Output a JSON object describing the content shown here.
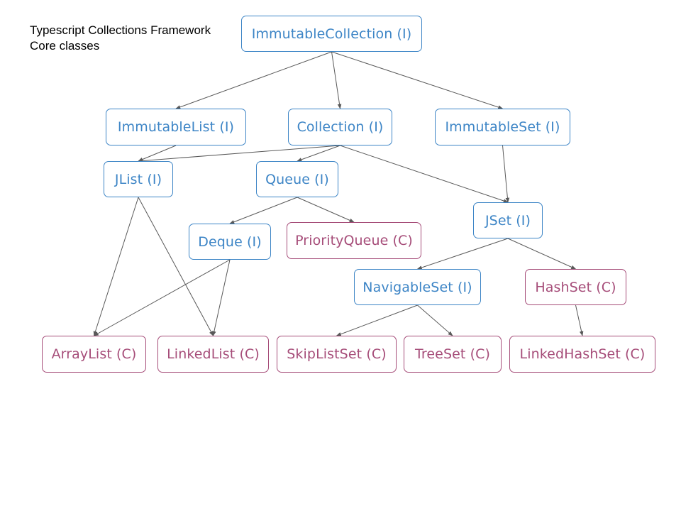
{
  "title": {
    "line1": "Typescript Collections Framework",
    "line2": "Core classes"
  },
  "colors": {
    "interface": "#3d85c6",
    "class": "#a64d79",
    "edge": "#595959"
  },
  "nodes": {
    "immutable_collection": {
      "label": "ImmutableCollection (I)",
      "kind": "interface"
    },
    "immutable_list": {
      "label": "ImmutableList (I)",
      "kind": "interface"
    },
    "collection": {
      "label": "Collection (I)",
      "kind": "interface"
    },
    "immutable_set": {
      "label": "ImmutableSet (I)",
      "kind": "interface"
    },
    "jlist": {
      "label": "JList (I)",
      "kind": "interface"
    },
    "queue": {
      "label": "Queue (I)",
      "kind": "interface"
    },
    "jset": {
      "label": "JSet (I)",
      "kind": "interface"
    },
    "deque": {
      "label": "Deque (I)",
      "kind": "interface"
    },
    "priority_queue": {
      "label": "PriorityQueue (C)",
      "kind": "class"
    },
    "navigable_set": {
      "label": "NavigableSet (I)",
      "kind": "interface"
    },
    "hash_set": {
      "label": "HashSet (C)",
      "kind": "class"
    },
    "array_list": {
      "label": "ArrayList (C)",
      "kind": "class"
    },
    "linked_list": {
      "label": "LinkedList (C)",
      "kind": "class"
    },
    "skip_list_set": {
      "label": "SkipListSet (C)",
      "kind": "class"
    },
    "tree_set": {
      "label": "TreeSet (C)",
      "kind": "class"
    },
    "linked_hash_set": {
      "label": "LinkedHashSet (C)",
      "kind": "class"
    }
  },
  "edges": [
    [
      "immutable_collection",
      "immutable_list"
    ],
    [
      "immutable_collection",
      "collection"
    ],
    [
      "immutable_collection",
      "immutable_set"
    ],
    [
      "immutable_list",
      "jlist"
    ],
    [
      "collection",
      "jlist"
    ],
    [
      "collection",
      "queue"
    ],
    [
      "collection",
      "jset"
    ],
    [
      "immutable_set",
      "jset"
    ],
    [
      "queue",
      "deque"
    ],
    [
      "queue",
      "priority_queue"
    ],
    [
      "jset",
      "navigable_set"
    ],
    [
      "jset",
      "hash_set"
    ],
    [
      "jlist",
      "array_list"
    ],
    [
      "jlist",
      "linked_list"
    ],
    [
      "deque",
      "array_list"
    ],
    [
      "deque",
      "linked_list"
    ],
    [
      "navigable_set",
      "skip_list_set"
    ],
    [
      "navigable_set",
      "tree_set"
    ],
    [
      "hash_set",
      "linked_hash_set"
    ]
  ]
}
